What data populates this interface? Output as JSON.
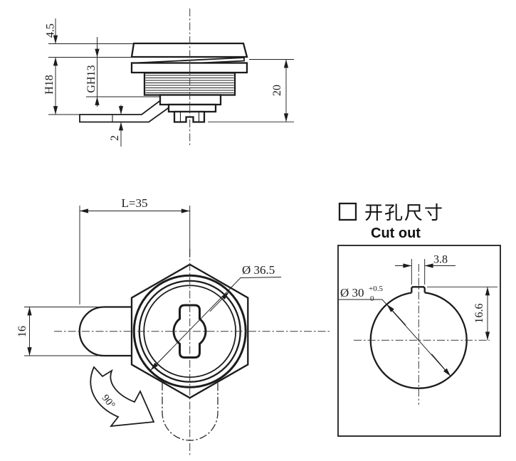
{
  "title": "Cam lock technical drawing",
  "colors": {
    "line": "#1c1c1c",
    "centerline": "#3a3a3a",
    "background": "#ffffff"
  },
  "side_view": {
    "dim_cap_height": "4.5",
    "dim_head_height": "H18",
    "dim_thread": "GH13",
    "dim_cam_thickness": "2",
    "dim_overall": "20"
  },
  "front_view": {
    "dim_length": "L=35",
    "dim_diameter": "Ø 36.5",
    "dim_cam_width": "16",
    "rotation": "90°"
  },
  "cutout_view": {
    "heading_zh": "开孔尺寸",
    "heading_en": "Cut out",
    "dim_notch_width": "3.8",
    "dim_hole_diameter": "Ø 30",
    "tolerance_upper": "+0.5",
    "tolerance_lower": "0",
    "dim_center_offset": "16.6"
  }
}
